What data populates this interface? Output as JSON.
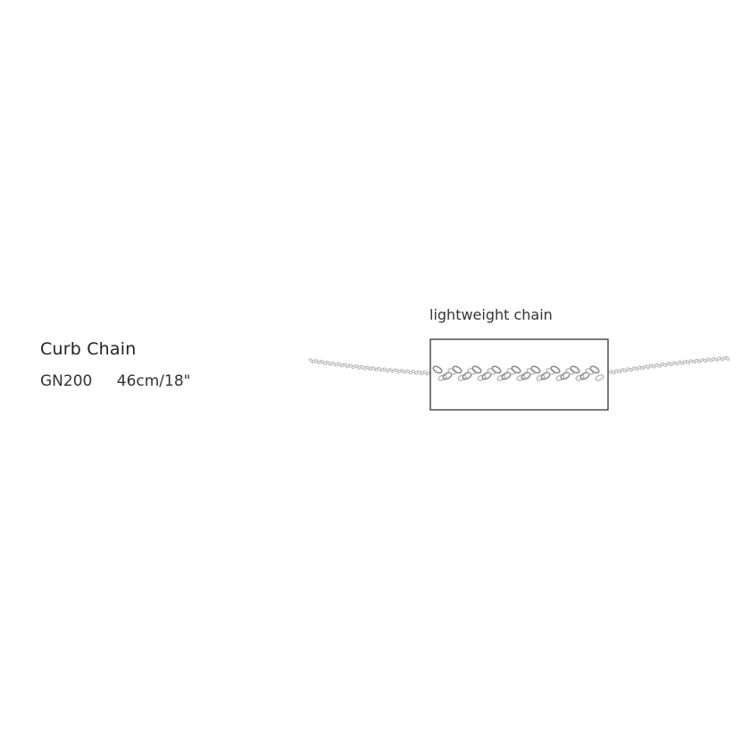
{
  "product": {
    "name": "Curb Chain",
    "code": "GN200",
    "length": "46cm/18\""
  },
  "callout": {
    "label": "lightweight chain"
  },
  "colors": {
    "background": "#ffffff",
    "text": "#333333",
    "chain": "#b9b9b9",
    "frame": "#333333"
  }
}
